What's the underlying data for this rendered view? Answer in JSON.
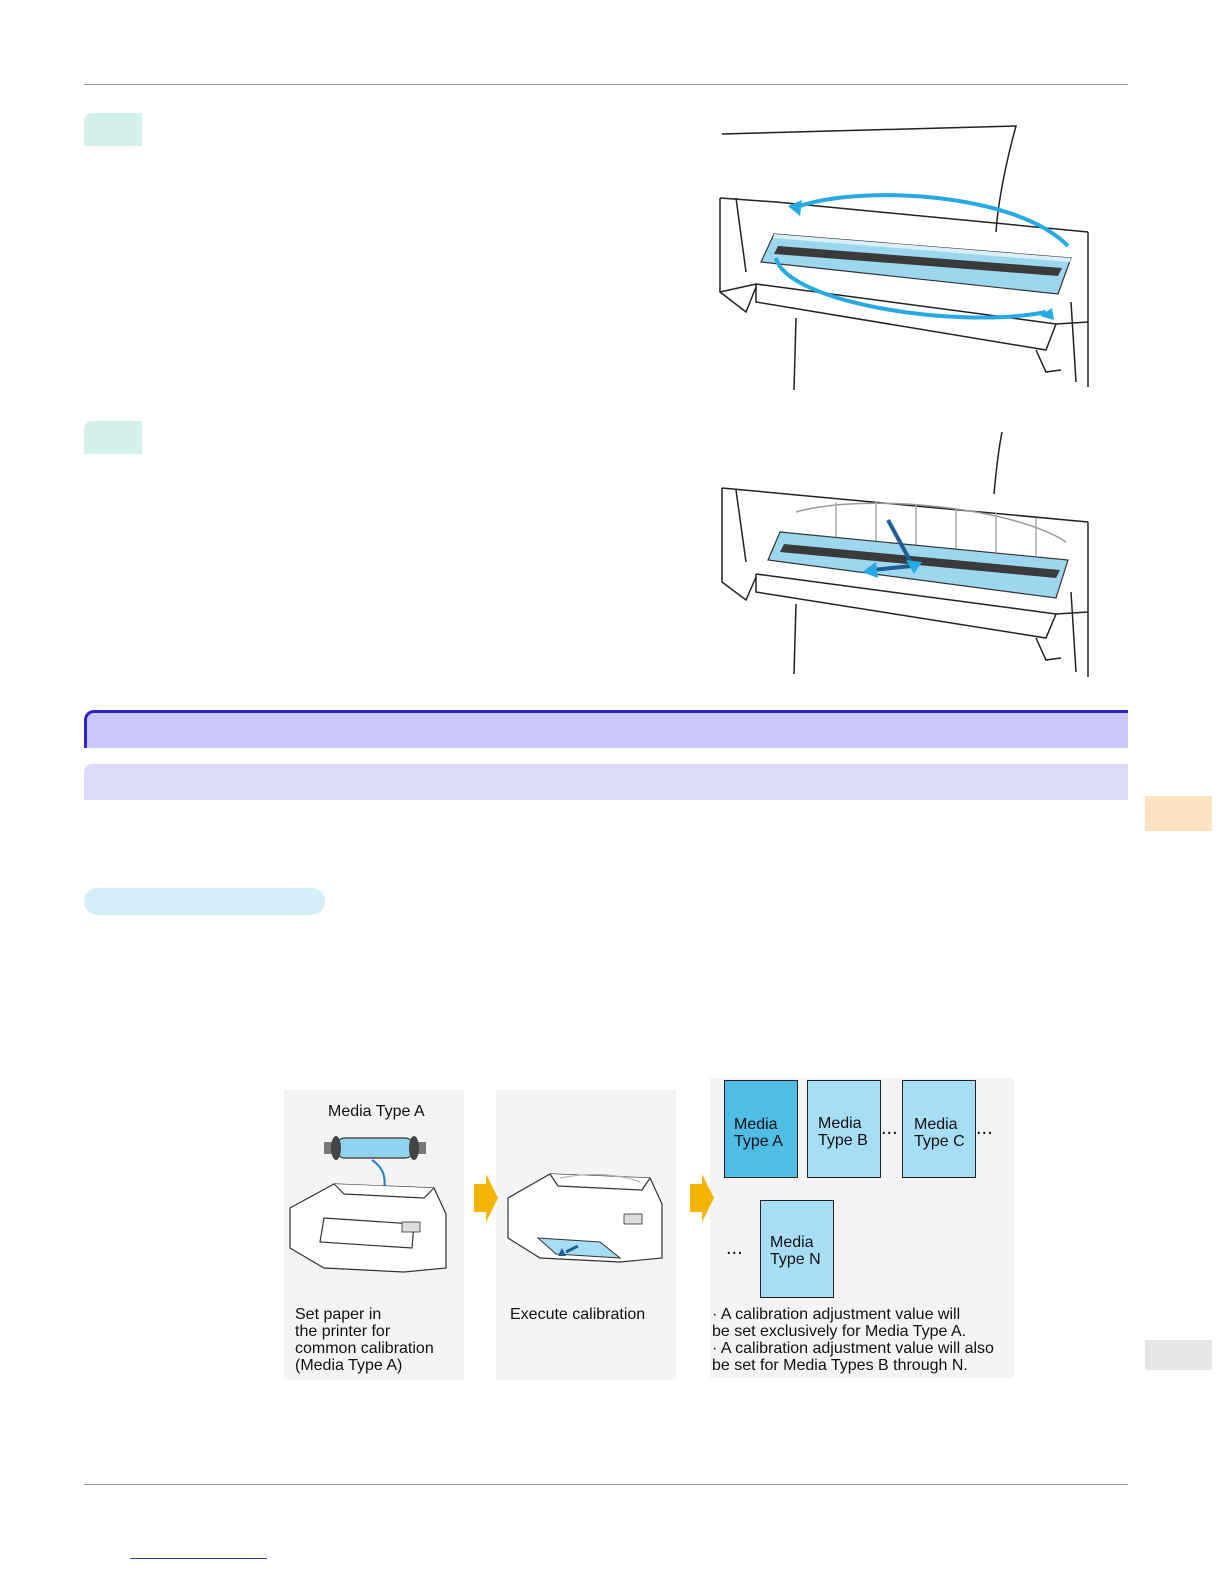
{
  "diagram": {
    "media_type_a_title": "Media Type A",
    "step1_caption": "Set paper in\nthe printer for\ncommon calibration\n(Media Type A)",
    "step2_caption": "Execute calibration",
    "result_line1": "· A calibration adjustment value will\n  be set exclusively for Media Type A.",
    "result_line2": "· A calibration adjustment value will also\n  be set for Media Types B through N.",
    "box_a": "Media\nType A",
    "box_b": "Media\nType B",
    "box_c": "Media\nType C",
    "box_n": "Media\nType N",
    "ellipsis": "...",
    "colors": {
      "box_a_fill": "#4fbde6",
      "box_other_fill": "#a8def5",
      "arrow": "#f5b400",
      "parts_blue": "#8fd3ef",
      "section_bar": "#c9c8f6",
      "section_border": "#2d23c8",
      "subsection_bar": "#dcdcf9",
      "step_badge": "#d3f0ea",
      "pill": "#d4eefa",
      "side_tab_orange": "#fbe3c3",
      "side_tab_gray": "#e6e6e6"
    }
  },
  "icons": {
    "photo1": "printer-sensor-cover-rotate-illustration",
    "photo2": "printer-sensor-cover-insert-illustration",
    "arrow1": "orange-arrow-right-icon",
    "arrow2": "orange-arrow-right-icon",
    "printer_roll": "printer-with-roll-illustration",
    "printer_calibrate": "printer-calibration-illustration"
  }
}
